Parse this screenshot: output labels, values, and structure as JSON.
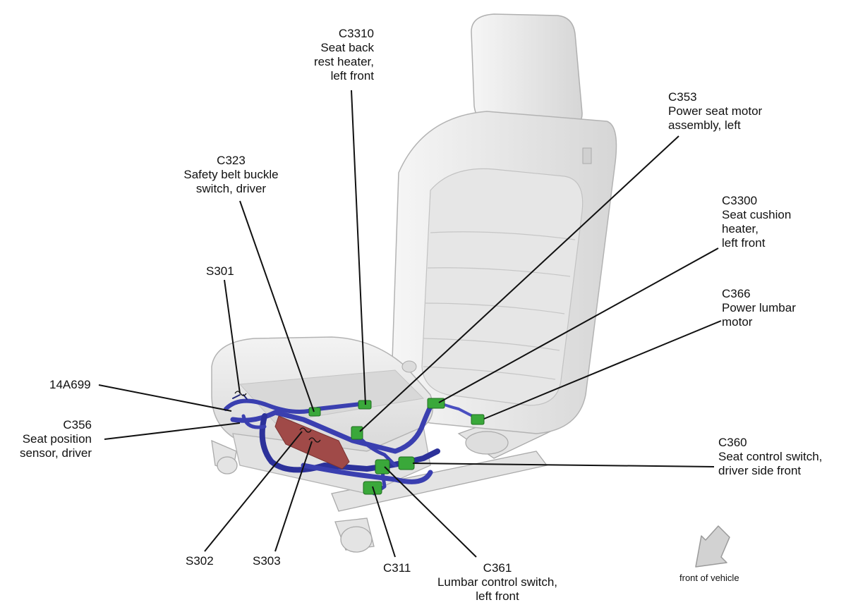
{
  "labels": {
    "c3310": [
      "C3310",
      "Seat back",
      "rest heater,",
      "left front"
    ],
    "c323": [
      "C323",
      "Safety belt buckle",
      "switch, driver"
    ],
    "s301": [
      "S301"
    ],
    "h14a699": [
      "14A699"
    ],
    "c356": [
      "C356",
      "Seat position",
      "sensor, driver"
    ],
    "s302": [
      "S302"
    ],
    "s303": [
      "S303"
    ],
    "c311": [
      "C311"
    ],
    "c361": [
      "C361",
      "Lumbar control switch,",
      "left front"
    ],
    "c360": [
      "C360",
      "Seat control switch,",
      "driver side front"
    ],
    "c366": [
      "C366",
      "Power lumbar",
      "motor"
    ],
    "c3300": [
      "C3300",
      "Seat cushion",
      "heater,",
      "left front"
    ],
    "c353": [
      "C353",
      "Power seat motor",
      "assembly, left"
    ],
    "front": [
      "front of vehicle"
    ]
  },
  "colors": {
    "harness": "#3a3fb0",
    "harness_dark": "#23287a",
    "connector": "#3aa83a",
    "tape": "#a04a48",
    "seat": "#ececec",
    "seat_edge": "#b8b8b8",
    "leader": "#111111"
  }
}
